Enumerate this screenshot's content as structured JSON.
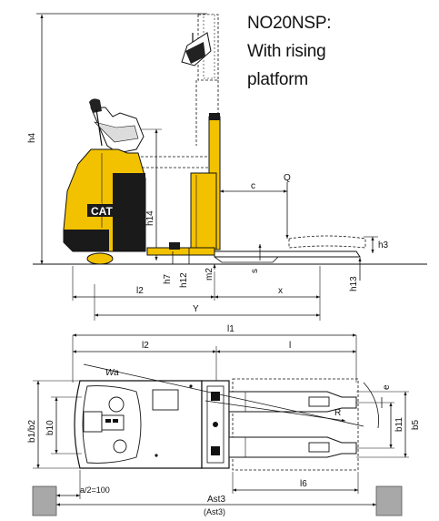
{
  "title": {
    "line1": "NO20NSP:",
    "line2": "With rising",
    "line3": "platform"
  },
  "side_view": {
    "brand_label": "CAT",
    "dim_labels": {
      "h4": "h4",
      "h14": "h14",
      "c": "c",
      "Q": "Q",
      "h3": "h3",
      "h7": "h7",
      "h12": "h12",
      "m2": "m2",
      "s": "s",
      "h13": "h13",
      "l2": "l2",
      "x": "x",
      "Y": "Y"
    }
  },
  "top_view": {
    "dim_labels": {
      "l1": "l1",
      "l2": "l2",
      "l": "l",
      "Wa": "Wa",
      "e": "e",
      "b1b2": "b1/b2",
      "b10": "b10",
      "R": "R",
      "b11": "b11",
      "b5": "b5",
      "l6": "l6",
      "a2": "a/2=100",
      "Ast3": "Ast3",
      "Ast3_paren": "(Ast3)"
    }
  },
  "colors": {
    "truck_body": "#f2c200",
    "truck_dark": "#1a1a1a",
    "line": "#111111"
  }
}
